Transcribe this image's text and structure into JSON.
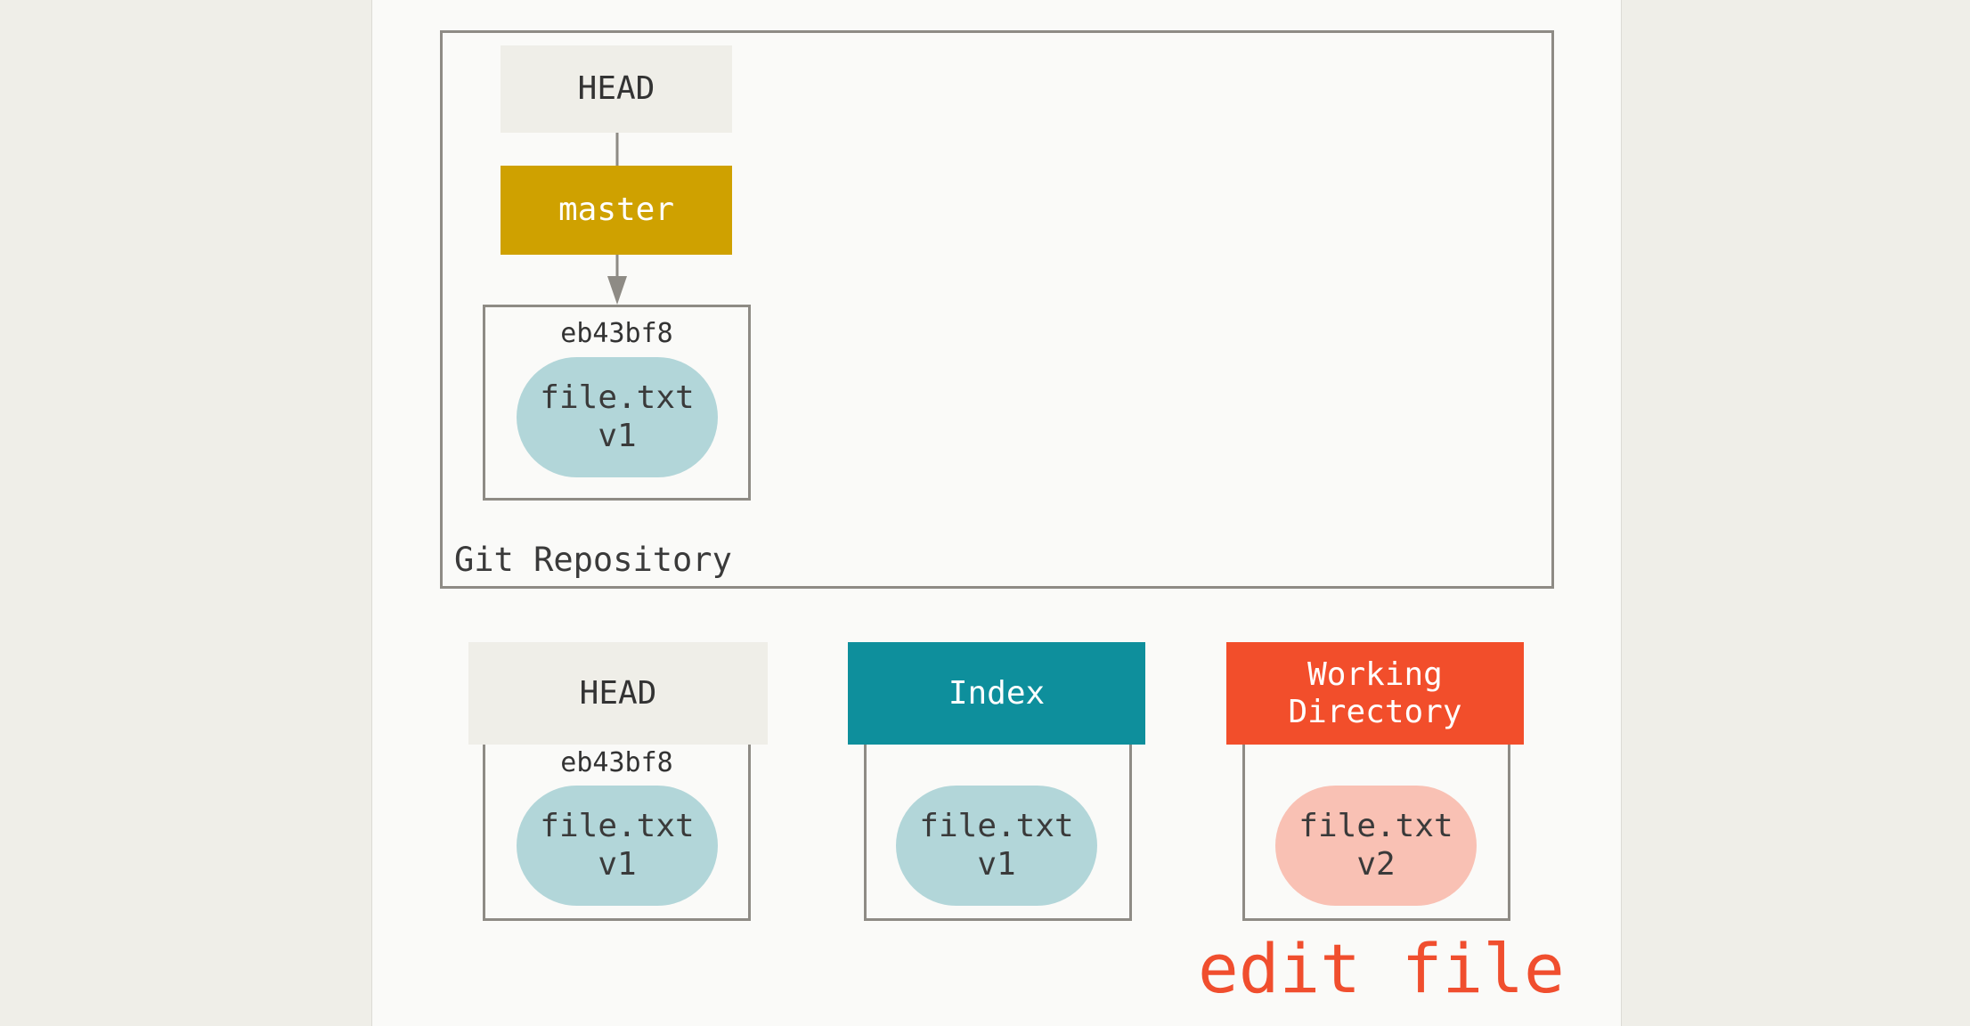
{
  "repository": {
    "label": "Git Repository",
    "head_label": "HEAD",
    "branch_label": "master",
    "commit": {
      "hash": "eb43bf8",
      "file": "file.txt\nv1"
    }
  },
  "trees": {
    "head": {
      "label": "HEAD",
      "hash": "eb43bf8",
      "file": "file.txt\nv1"
    },
    "index": {
      "label": "Index",
      "file": "file.txt\nv1"
    },
    "working_directory": {
      "label": "Working\nDirectory",
      "file": "file.txt\nv2"
    }
  },
  "action_label": "edit file",
  "colors": {
    "head": "#efeee8",
    "master": "#cfa100",
    "index": "#0e8f9c",
    "working_directory": "#f24e2b",
    "blob_v1": "#b2d6d9",
    "blob_v2": "#f9c1b4",
    "action": "#f04e2e"
  }
}
